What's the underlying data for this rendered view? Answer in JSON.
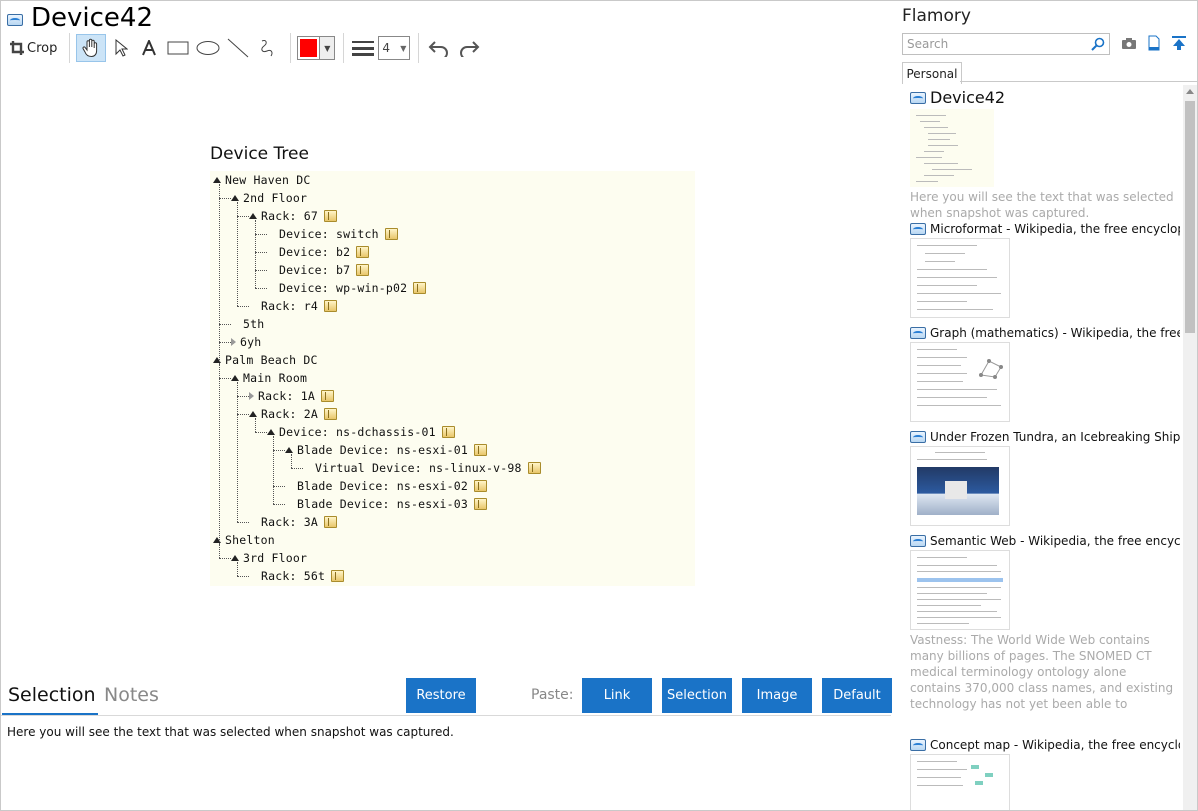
{
  "window": {
    "title": "Device42"
  },
  "toolbar": {
    "crop_label": "Crop",
    "icons": [
      "crop-icon",
      "hand-icon",
      "pointer-icon",
      "text-icon",
      "rectangle-icon",
      "ellipse-icon",
      "line-icon",
      "freehand-icon",
      "color-picker",
      "line-width-icon",
      "stroke-size-select",
      "undo-icon",
      "redo-icon"
    ],
    "color": "#ff0000",
    "stroke_size": "4"
  },
  "tree": {
    "title": "Device Tree",
    "nodes": [
      {
        "label": "New Haven DC",
        "level": 0,
        "state": "open",
        "folder": false
      },
      {
        "label": "2nd Floor",
        "level": 1,
        "state": "open",
        "folder": false
      },
      {
        "label": "Rack: 67",
        "level": 2,
        "state": "open",
        "folder": true
      },
      {
        "label": "Device: switch",
        "level": 3,
        "state": "leaf",
        "folder": true
      },
      {
        "label": "Device: b2",
        "level": 3,
        "state": "leaf",
        "folder": true
      },
      {
        "label": "Device: b7",
        "level": 3,
        "state": "leaf",
        "folder": true
      },
      {
        "label": "Device: wp-win-p02",
        "level": 3,
        "state": "leaf",
        "folder": true
      },
      {
        "label": "Rack: r4",
        "level": 2,
        "state": "leaf",
        "folder": true
      },
      {
        "label": "5th",
        "level": 1,
        "state": "leaf",
        "folder": false
      },
      {
        "label": "6yh",
        "level": 1,
        "state": "closed",
        "folder": false
      },
      {
        "label": "Palm Beach DC",
        "level": 0,
        "state": "open",
        "folder": false
      },
      {
        "label": "Main Room",
        "level": 1,
        "state": "open",
        "folder": false
      },
      {
        "label": "Rack: 1A",
        "level": 2,
        "state": "closed",
        "folder": true
      },
      {
        "label": "Rack: 2A",
        "level": 2,
        "state": "open",
        "folder": true
      },
      {
        "label": "Device: ns-dchassis-01",
        "level": 3,
        "state": "open",
        "folder": true
      },
      {
        "label": "Blade Device: ns-esxi-01",
        "level": 4,
        "state": "open",
        "folder": true
      },
      {
        "label": "Virtual Device: ns-linux-v-98",
        "level": 5,
        "state": "leaf",
        "folder": true
      },
      {
        "label": "Blade Device: ns-esxi-02",
        "level": 4,
        "state": "leaf",
        "folder": true
      },
      {
        "label": "Blade Device: ns-esxi-03",
        "level": 4,
        "state": "leaf",
        "folder": true
      },
      {
        "label": "Rack: 3A",
        "level": 2,
        "state": "leaf",
        "folder": true
      },
      {
        "label": "Shelton",
        "level": 0,
        "state": "open",
        "folder": false
      },
      {
        "label": "3rd Floor",
        "level": 1,
        "state": "open",
        "folder": false
      },
      {
        "label": "Rack: 56t",
        "level": 2,
        "state": "leaf",
        "folder": true
      }
    ]
  },
  "bottom": {
    "tabs": {
      "selection": "Selection",
      "notes": "Notes"
    },
    "restore_label": "Restore",
    "paste_label": "Paste:",
    "paste_buttons": {
      "link": "Link",
      "selection": "Selection",
      "image": "Image",
      "default": "Default"
    },
    "selection_text": "Here you will see the text that was selected when snapshot was captured."
  },
  "sidebar": {
    "title": "Flamory",
    "search_placeholder": "Search",
    "tab_personal": "Personal",
    "snapshots": [
      {
        "title": "Device42",
        "desc": "Here you will see the text that was selected when snapshot was captured."
      },
      {
        "title": "Microformat - Wikipedia, the free encyclopedia",
        "desc": ""
      },
      {
        "title": "Graph (mathematics) - Wikipedia, the free ency",
        "desc": ""
      },
      {
        "title": "Under Frozen Tundra, an Icebreaking Ship Unco",
        "desc": ""
      },
      {
        "title": "Semantic Web - Wikipedia, the free encycloped",
        "desc": "Vastness: The World Wide Web contains many billions of pages. The SNOMED CT medical terminology ontology alone contains 370,000 class names, and existing technology has not yet been able to eliminate all semantically duplicated terms. Any automated reasoning system will have to deal with truly huge inputs."
      },
      {
        "title": "Concept map - Wikipedia, the free encyclopedi",
        "desc": ""
      }
    ]
  },
  "colors": {
    "accent": "#1a73c7",
    "tree_bg": "#fdfdf0"
  }
}
